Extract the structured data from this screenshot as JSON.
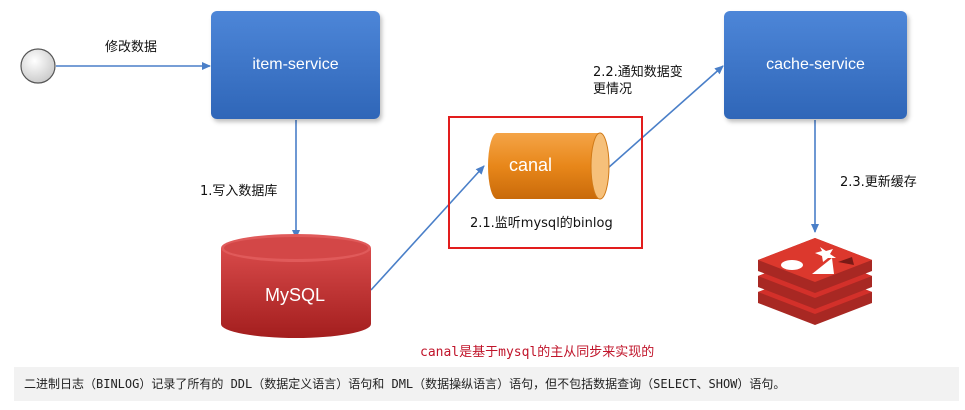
{
  "nodes": {
    "item_service": "item-service",
    "cache_service": "cache-service",
    "canal": "canal",
    "mysql": "MySQL"
  },
  "labels": {
    "modify_data": "修改数据",
    "write_db": "1.写入数据库",
    "listen_binlog": "2.1.监听mysql的binlog",
    "notify_line1": "2.2.通知数据变",
    "notify_line2": "更情况",
    "update_cache": "2.3.更新缓存"
  },
  "note": "canal是基于mysql的主从同步来实现的",
  "footer_text": "二进制日志（BINLOG）记录了所有的 DDL（数据定义语言）语句和 DML（数据操纵语言）语句，但不包括数据查询（SELECT、SHOW）语句。",
  "colors": {
    "service_box": "#3a74c8",
    "arrow": "#4a7fc8",
    "canal_cylinder": "#e8871a",
    "mysql_cylinder": "#c32a2a",
    "highlight_frame": "#e21d1d",
    "redis_icon": "#d3302a"
  },
  "icons": {
    "actor": "start-circle-icon",
    "cache": "redis-logo-icon"
  }
}
